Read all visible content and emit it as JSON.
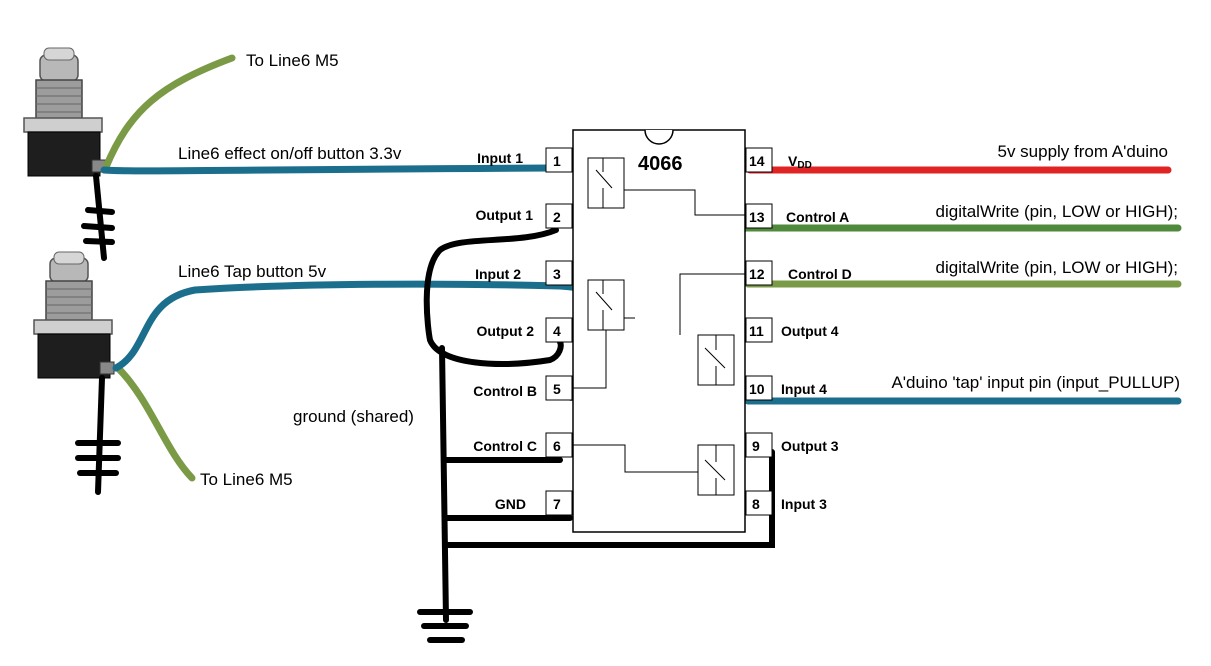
{
  "chip": {
    "name": "4066",
    "pins": {
      "p1": {
        "num": "1",
        "label": "Input 1"
      },
      "p2": {
        "num": "2",
        "label": "Output 1"
      },
      "p3": {
        "num": "3",
        "label": "Input 2"
      },
      "p4": {
        "num": "4",
        "label": "Output 2"
      },
      "p5": {
        "num": "5",
        "label": "Control B"
      },
      "p6": {
        "num": "6",
        "label": "Control C"
      },
      "p7": {
        "num": "7",
        "label": "GND"
      },
      "p8": {
        "num": "8",
        "label": "Input 3"
      },
      "p9": {
        "num": "9",
        "label": "Output 3"
      },
      "p10": {
        "num": "10",
        "label": "Input 4"
      },
      "p11": {
        "num": "11",
        "label": "Output 4"
      },
      "p12": {
        "num": "12",
        "label": "Control D"
      },
      "p13": {
        "num": "13",
        "label": "Control A"
      },
      "p14": {
        "num": "14",
        "label_main": "V",
        "label_sub": "DD"
      }
    }
  },
  "annotations": {
    "to_m5_top": "To Line6 M5",
    "to_m5_bottom": "To Line6 M5",
    "effect_button": "Line6 effect on/off button 3.3v",
    "tap_button": "Line6 Tap button 5v",
    "ground_shared": "ground (shared)",
    "supply": "5v supply from A'duino",
    "digital_write_a": "digitalWrite (pin, LOW or HIGH);",
    "digital_write_d": "digitalWrite (pin, LOW or HIGH);",
    "tap_input": "A'duino 'tap' input pin (input_PULLUP)"
  },
  "colors": {
    "supply_wire": "#e02424",
    "signal_wire": "#1b6f8c",
    "control_wire": "#4f8a3c",
    "pullup_wire": "#7a9a45",
    "ground_wire": "#000000"
  }
}
